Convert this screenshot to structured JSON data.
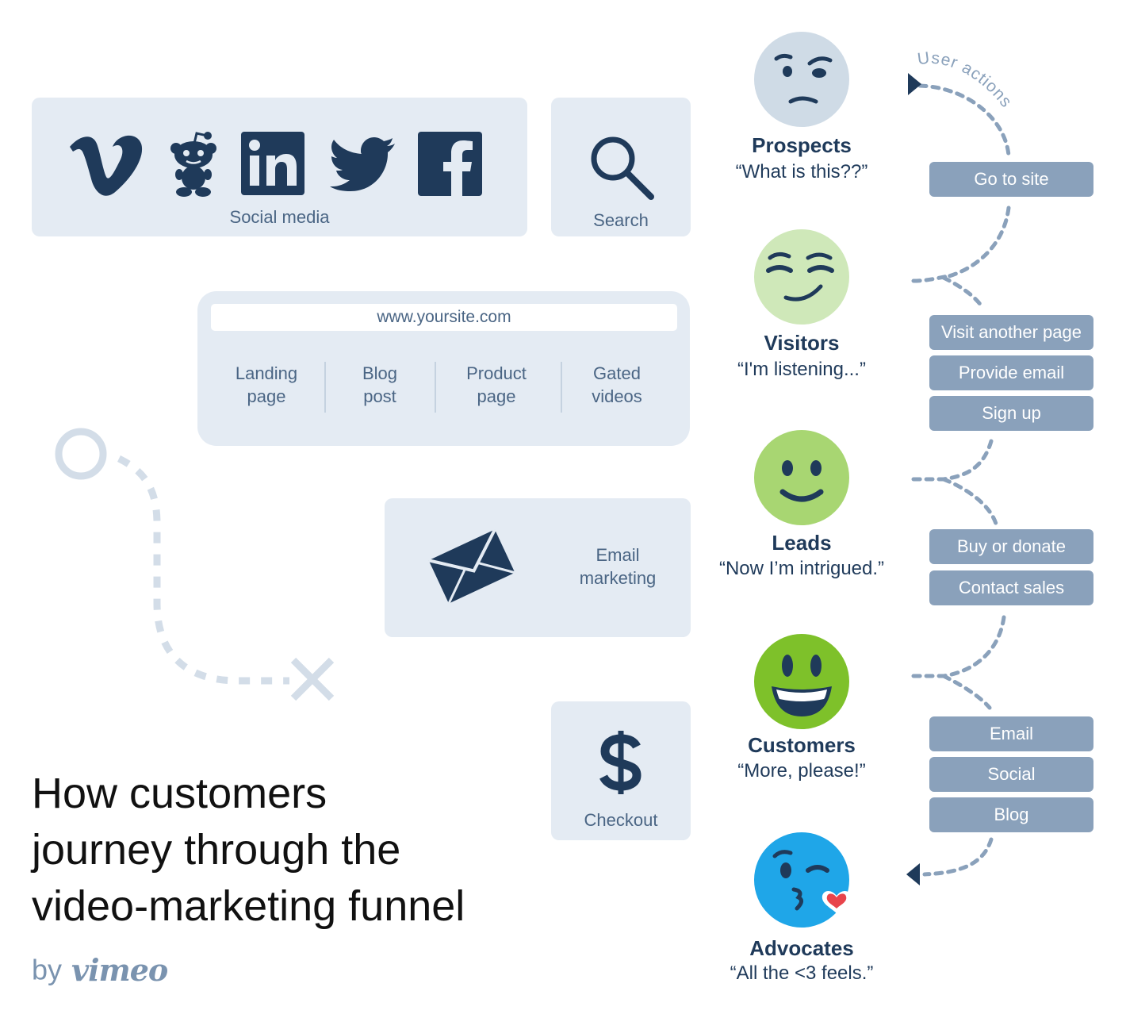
{
  "channels": {
    "social_media": {
      "label": "Social media",
      "icons": [
        "vimeo-icon",
        "reddit-icon",
        "linkedin-icon",
        "twitter-icon",
        "facebook-icon"
      ]
    },
    "search": {
      "label": "Search",
      "icon": "magnifier-icon"
    },
    "website": {
      "url": "www.yoursite.com",
      "pages": [
        {
          "line1": "Landing",
          "line2": "page"
        },
        {
          "line1": "Blog",
          "line2": "post"
        },
        {
          "line1": "Product",
          "line2": "page"
        },
        {
          "line1": "Gated",
          "line2": "videos"
        }
      ]
    },
    "email": {
      "line1": "Email",
      "line2": "marketing",
      "icon": "envelope-icon"
    },
    "checkout": {
      "label": "Checkout",
      "icon": "dollar-icon"
    }
  },
  "stages": [
    {
      "name": "Prospects",
      "quote": "“What is this??”",
      "color": "#cfdbe6"
    },
    {
      "name": "Visitors",
      "quote": "“I'm listening...”",
      "color": "#cfe8b9"
    },
    {
      "name": "Leads",
      "quote": "“Now I’m intrigued.”",
      "color": "#a8d672"
    },
    {
      "name": "Customers",
      "quote": "“More, please!”",
      "color": "#7ec12a"
    },
    {
      "name": "Advocates",
      "quote": "“All the <3 feels.”",
      "color": "#1fa6e8"
    }
  ],
  "user_actions": {
    "label": "User actions",
    "buttons": [
      "Go to site",
      "Visit another page",
      "Provide email",
      "Sign up",
      "Buy or donate",
      "Contact sales",
      "Email",
      "Social",
      "Blog"
    ]
  },
  "title": {
    "line1": "How customers",
    "line2": "journey through the",
    "line3": "video-marketing funnel"
  },
  "byline": {
    "by": "by",
    "brand": "vimeo"
  },
  "colors": {
    "panel": "#e4ebf3",
    "dark_navy": "#1f3a5a",
    "button": "#8aa1bb",
    "dashed_path": "#d3dde8"
  }
}
